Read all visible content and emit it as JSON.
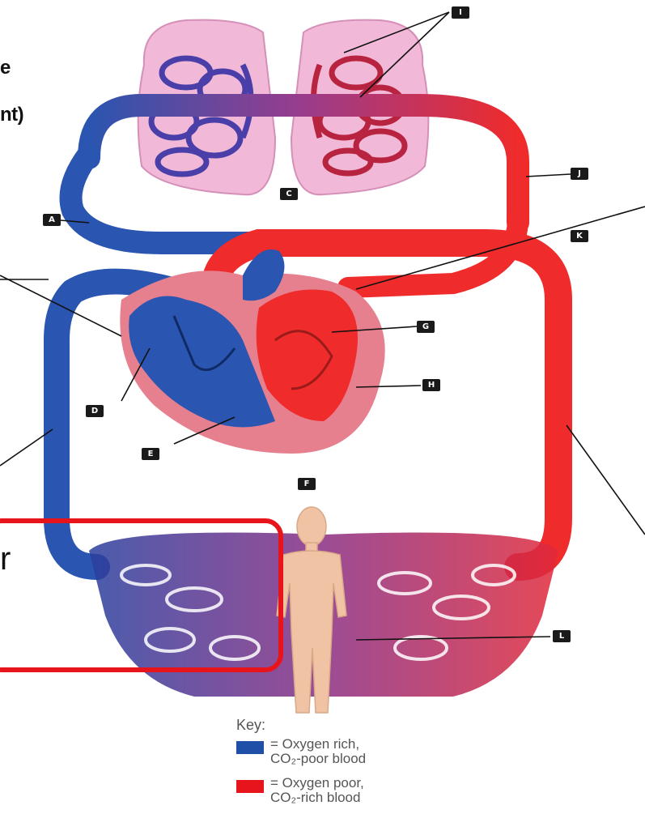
{
  "labels": {
    "A": "A",
    "C": "C",
    "D": "D",
    "E": "E",
    "F": "F",
    "G": "G",
    "H": "H",
    "I": "I",
    "J": "J",
    "K": "K",
    "L": "L"
  },
  "cropped_text": {
    "line1": "e",
    "line2": "nt)",
    "line3": "r"
  },
  "key": {
    "title": "Key:",
    "items": [
      {
        "color": "#1f4fa6",
        "text": "= Oxygen rich,\nCO₂-poor blood"
      },
      {
        "color": "#e8141c",
        "text": "= Oxygen poor,\nCO₂-rich blood"
      }
    ]
  },
  "colors": {
    "blue_vessel": "#2a55b0",
    "red_vessel": "#ef2b2b",
    "lung_tissue": "#f0b7d6",
    "body_figure": "#efc3a3",
    "callout_border": "#e8141c"
  }
}
